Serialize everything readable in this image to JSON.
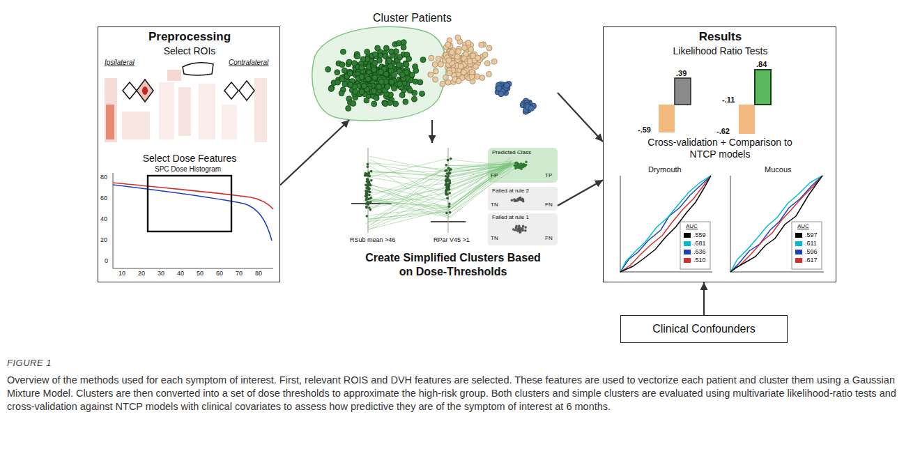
{
  "diagram": {
    "caption": "Overview of the methods used for each symptom of interest. First, relevant ROIS and DVH features are selected. These features are used to vectorize each patient and cluster them using a Gaussian Mixture Model. Clusters are then converted into a set of dose thresholds to approximate the high-risk group. Both clusters and simple clusters are evaluated using multivariate likelihood-ratio tests and cross-validation against NTCP models with clinical covariates to assess how predictive they are of the symptom of interest at 6 months.",
    "nodes": [
      {
        "text": [
          "Preprocessing",
          "Select ROIs",
          "Select Dose Features"
        ]
      },
      {
        "text": [
          "Cluster Patients"
        ]
      },
      {
        "text": [
          "Create Simplified Clusters Based on Dose-Thresholds"
        ]
      },
      {
        "text": [
          "Results",
          "Likelihood Ratio Tests",
          "Cross-validation + Comparison to NTCP models"
        ]
      },
      {
        "text": [
          "Clinical Confounders"
        ]
      }
    ],
    "edges": [
      {
        "from": 0,
        "to": 1,
        "arrow": "to"
      },
      {
        "from": 1,
        "to": 3,
        "arrow": "to"
      },
      {
        "from": 1,
        "to": 2,
        "arrow": "to"
      },
      {
        "from": 2,
        "to": 3,
        "arrow": "to"
      },
      {
        "from": 4,
        "to": 3,
        "arrow": "to"
      }
    ],
    "labels": [
      "Ipsilateral",
      "Contralateral",
      "80",
      "60",
      "40",
      "20",
      "0",
      "10",
      "20",
      "30",
      "40",
      "50",
      "60",
      "70",
      "80",
      "SPC Dose Histogram",
      "RSub mean >46",
      "RPar V45 >1",
      "Predicted Class",
      "FP",
      "TP",
      "Failed at rule 2",
      "TN",
      "FN",
      "Failed at rule 1",
      "TN",
      "FN",
      ".39",
      "-.59",
      "-.11",
      ".84",
      "-.62",
      "Drymouth",
      "Mucous",
      "AUC",
      "AUC",
      "FIGURE 1"
    ],
    "legend": [
      {
        "text": ".559",
        "color": "#000000"
      },
      {
        "text": ".681",
        "color": "#00bcd4"
      },
      {
        "text": ".636",
        "color": "#1f3fbf"
      },
      {
        "text": ".510",
        "color": "#d32f2f"
      },
      {
        "text": ".597",
        "color": "#000000"
      },
      {
        "text": ".611",
        "color": "#00bcd4"
      },
      {
        "text": ".596",
        "color": "#1f3fbf"
      },
      {
        "text": ".617",
        "color": "#d32f2f"
      }
    ]
  }
}
